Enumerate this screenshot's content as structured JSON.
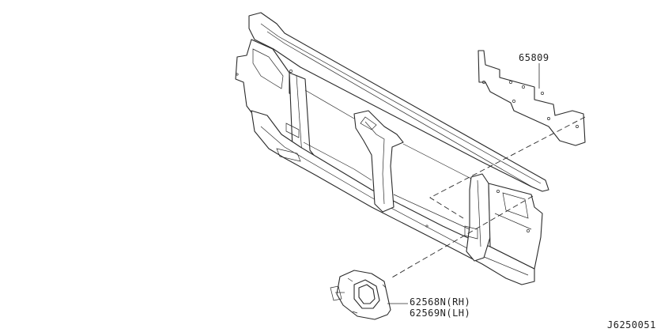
{
  "diagram": {
    "parts": [
      {
        "id": "part-65809",
        "label": "65809"
      },
      {
        "id": "part-62568n",
        "label": "62568N(RH)"
      },
      {
        "id": "part-62569n",
        "label": "62569N(LH)"
      }
    ],
    "drawing_number": "J6250051"
  }
}
